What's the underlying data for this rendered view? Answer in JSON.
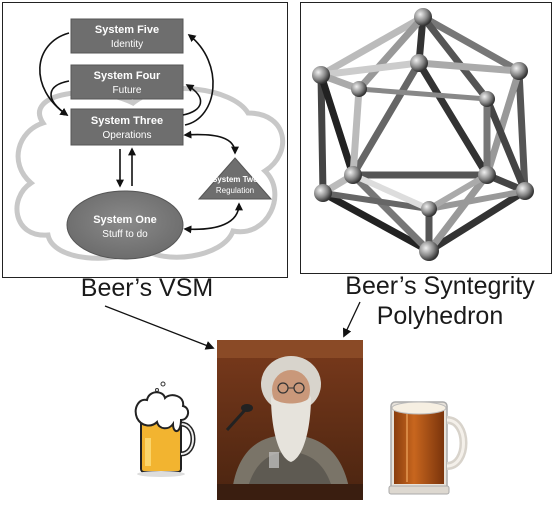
{
  "vsm": {
    "system5": {
      "title": "System Five",
      "subtitle": "Identity"
    },
    "system4": {
      "title": "System Four",
      "subtitle": "Future"
    },
    "system3": {
      "title": "System Three",
      "subtitle": "Operations"
    },
    "system2": {
      "title": "System Two",
      "subtitle": "Regulation"
    },
    "system1": {
      "title": "System One",
      "subtitle": "Stuff to do"
    }
  },
  "captions": {
    "vsm": "Beer’s VSM",
    "poly_line1": "Beer’s Syntegrity",
    "poly_line2": "Polyhedron"
  },
  "colors": {
    "box_dark": "#6e6e6e",
    "box_text": "#ffffff",
    "cloud_stroke": "#c8c8c8",
    "beer_amber": "#b8621b",
    "beer_gold": "#e8a93a"
  },
  "icons": {
    "cartoon_beer": "beer-mug-cartoon-icon",
    "real_beer": "beer-mug-photo-icon",
    "portrait": "bearded-man-photo"
  }
}
